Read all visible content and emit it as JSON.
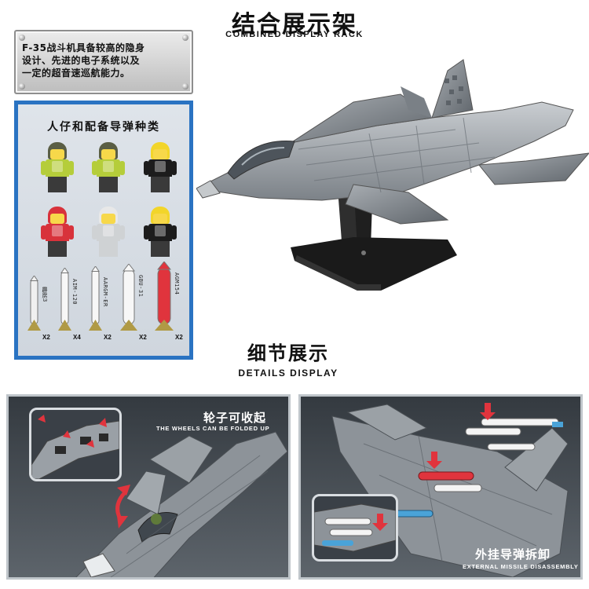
{
  "header": {
    "title_cn": "结合展示架",
    "title_en": "COMBINED DISPLAY RACK"
  },
  "note": {
    "line1": "F-35战斗机具备较高的隐身",
    "line2": "设计、先进的电子系统以及",
    "line3": "一定的超音速巡航能力。"
  },
  "figures_panel": {
    "heading": "人仔和配备导弹种类",
    "minifigs": [
      {
        "helmet": "#5a5e44",
        "torso": "#b5cd3a"
      },
      {
        "helmet": "#5a5e44",
        "torso": "#b5cd3a"
      },
      {
        "helmet": "#f2d52a",
        "torso": "#1c1c1c"
      },
      {
        "helmet": "#d8323b",
        "torso": "#d8323b"
      },
      {
        "helmet": "#e8e8e8",
        "torso": "#cfd2d4"
      },
      {
        "helmet": "#f2d52a",
        "torso": "#1c1c1c"
      }
    ],
    "missiles": [
      {
        "label": "霹雳3",
        "qty": "X2",
        "color": "#f0f0f0"
      },
      {
        "label": "AIM-120",
        "qty": "X4",
        "color": "#f7f7f7"
      },
      {
        "label": "AARGM-ER",
        "qty": "X2",
        "color": "#f7f7f7"
      },
      {
        "label": "GBU-31",
        "qty": "X2",
        "color": "#f7f7f7"
      },
      {
        "label": "AGM154",
        "qty": "X2",
        "color": "#e0343d"
      }
    ]
  },
  "details": {
    "title_cn": "细节展示",
    "title_en": "DETAILS DISPLAY"
  },
  "left_detail": {
    "caption_cn": "轮子可收起",
    "caption_en": "THE WHEELS CAN BE FOLDED UP"
  },
  "right_detail": {
    "caption_cn": "外挂导弹拆卸",
    "caption_en": "EXTERNAL MISSILE DISASSEMBLY"
  },
  "colors": {
    "panel_border": "#2a73c2",
    "arrow_red": "#e0343d",
    "jet_grey": "#8f959b",
    "stand_black": "#1a1a1a"
  }
}
